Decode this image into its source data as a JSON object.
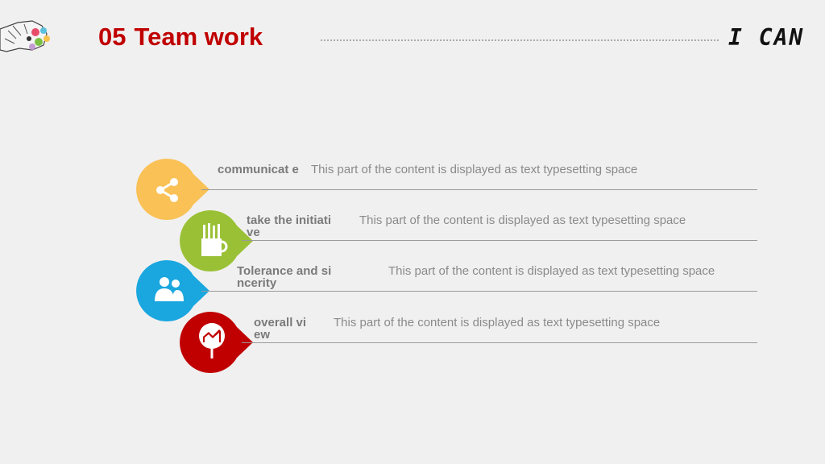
{
  "header": {
    "number": "05",
    "title": "Team work",
    "brand": "I CAN"
  },
  "colors": {
    "title": "#c00000",
    "yellow": "#f9c156",
    "green": "#9ac136",
    "blue": "#1aa7df",
    "red": "#c00000"
  },
  "items": [
    {
      "label": "communicat e",
      "description": "This part of the content is displayed as text typesetting space",
      "icon": "share-icon",
      "color": "#f9c156"
    },
    {
      "label": "take the initiative",
      "description": "This part of the content is displayed as text typesetting space",
      "icon": "pencil-cup-icon",
      "color": "#9ac136"
    },
    {
      "label": "Tolerance and sincerity",
      "description": "This part of the content is displayed as text typesetting space",
      "icon": "people-icon",
      "color": "#1aa7df"
    },
    {
      "label": "overall view",
      "description": "This part of the content is displayed as text typesetting space",
      "icon": "chart-sign-icon",
      "color": "#c00000"
    }
  ]
}
